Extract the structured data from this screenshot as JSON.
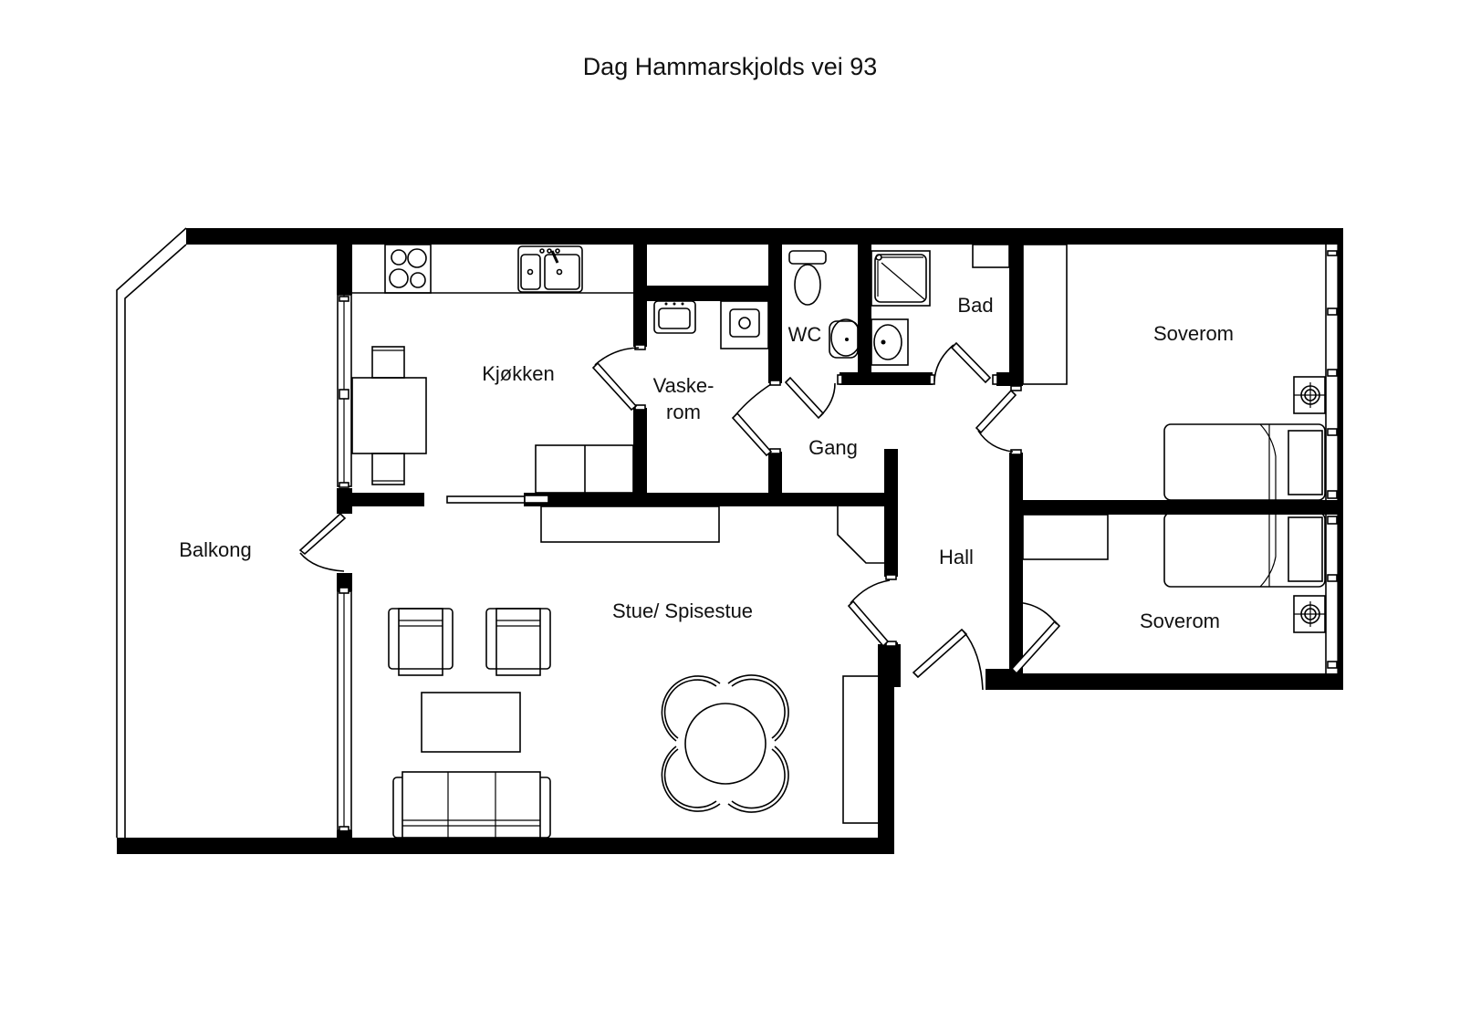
{
  "title": "Dag Hammarskjolds vei 93",
  "rooms": {
    "balkong": "Balkong",
    "kjokken": "Kjøkken",
    "vaskerom_line1": "Vaske-",
    "vaskerom_line2": "rom",
    "wc": "WC",
    "bad": "Bad",
    "gang": "Gang",
    "hall": "Hall",
    "stue": "Stue/ Spisestue",
    "soverom1": "Soverom",
    "soverom2": "Soverom"
  },
  "colors": {
    "wall": "#000000",
    "background": "#ffffff"
  }
}
